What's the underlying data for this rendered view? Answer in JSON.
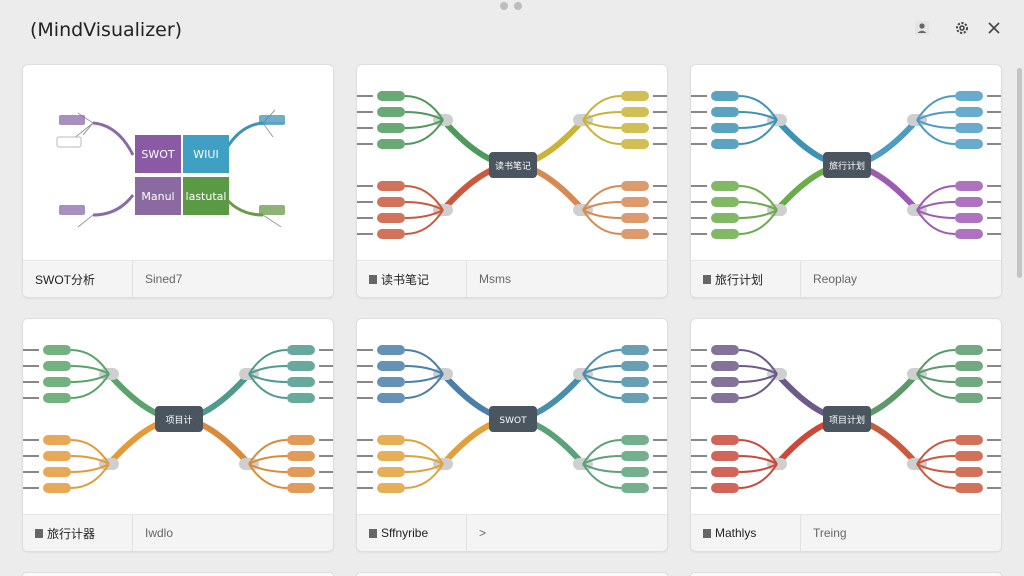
{
  "app": {
    "title": "(MindVisualizer)"
  },
  "window": {
    "controls": [
      "profile-icon",
      "settings-icon",
      "close-icon"
    ]
  },
  "cards": [
    {
      "name": "SWOT分析",
      "meta": "Sined7",
      "icon": false,
      "thumb": {
        "type": "swot",
        "quadrants": [
          "SWOT",
          "WIUI",
          "Manul",
          "lastutal"
        ]
      }
    },
    {
      "name": "读书笔记",
      "meta": "Msms",
      "icon": true,
      "thumb": {
        "type": "mind",
        "center": "读书笔记",
        "colors": [
          "#4e9a5d",
          "#c9b437",
          "#c95a3e",
          "#d68a52"
        ]
      }
    },
    {
      "name": "旅行计划",
      "meta": "Reoplay",
      "icon": true,
      "thumb": {
        "type": "mind",
        "center": "旅行计划",
        "colors": [
          "#3e93b5",
          "#4e9cc4",
          "#6bab4a",
          "#9d5bb4"
        ]
      }
    },
    {
      "name": "旅行计器",
      "meta": "Iwdlo",
      "icon": true,
      "thumb": {
        "type": "mind",
        "center": "项目计",
        "colors": [
          "#5aa36b",
          "#4e9a8d",
          "#e39a3a",
          "#d98a3a"
        ]
      }
    },
    {
      "name": "Sffnyribe",
      "meta": ">",
      "icon": true,
      "thumb": {
        "type": "mind",
        "center": "SWOT",
        "colors": [
          "#4a7fa8",
          "#4a8fa8",
          "#e0a13a",
          "#5aa27a"
        ]
      }
    },
    {
      "name": "Mathlys",
      "meta": "Treing",
      "icon": true,
      "thumb": {
        "type": "mind",
        "center": "项目计划",
        "colors": [
          "#6d5a8a",
          "#5a9a6a",
          "#c94a3a",
          "#c95a3e"
        ]
      }
    }
  ]
}
